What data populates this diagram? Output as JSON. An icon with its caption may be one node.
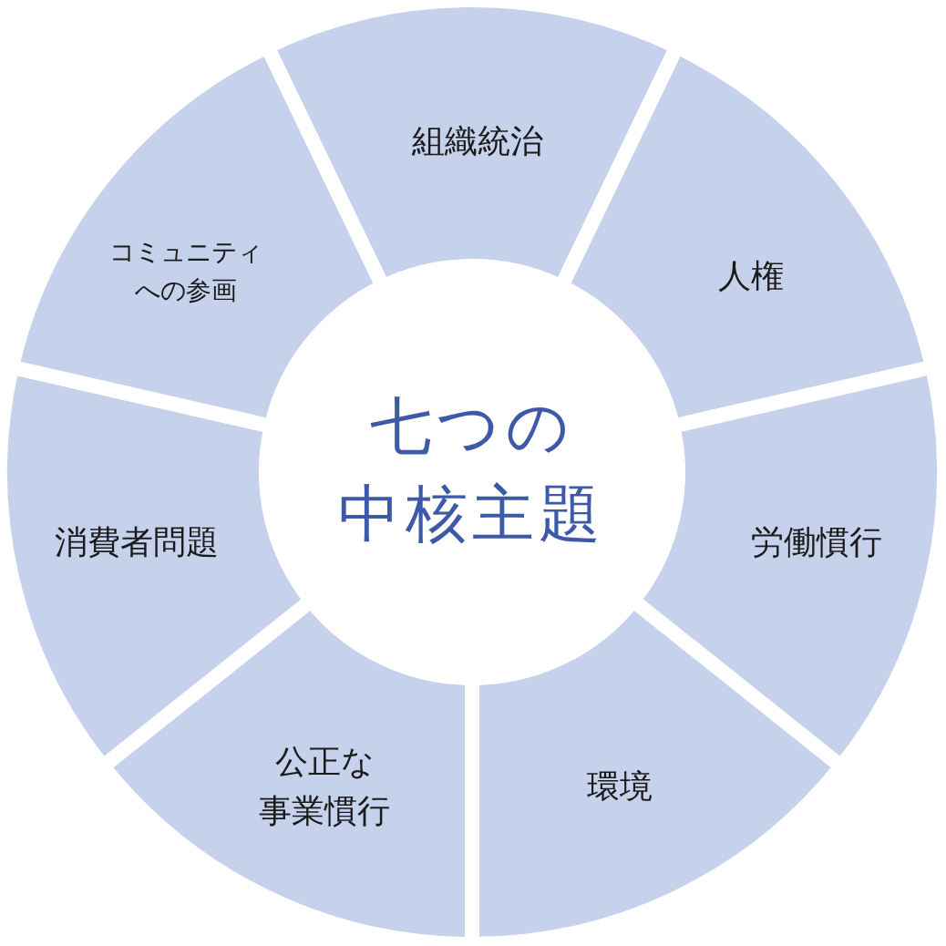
{
  "diagram": {
    "nodes": [
      {
        "text": [
          "七つの中核主題"
        ]
      },
      {
        "text": [
          "組織統治"
        ]
      },
      {
        "text": [
          "人権"
        ]
      },
      {
        "text": [
          "労働慣行"
        ]
      },
      {
        "text": [
          "環境"
        ]
      },
      {
        "text": [
          "公正な事業慣行"
        ]
      },
      {
        "text": [
          "消費者問題"
        ]
      },
      {
        "text": [
          "コミュニティへの参画"
        ]
      }
    ],
    "edges": []
  }
}
